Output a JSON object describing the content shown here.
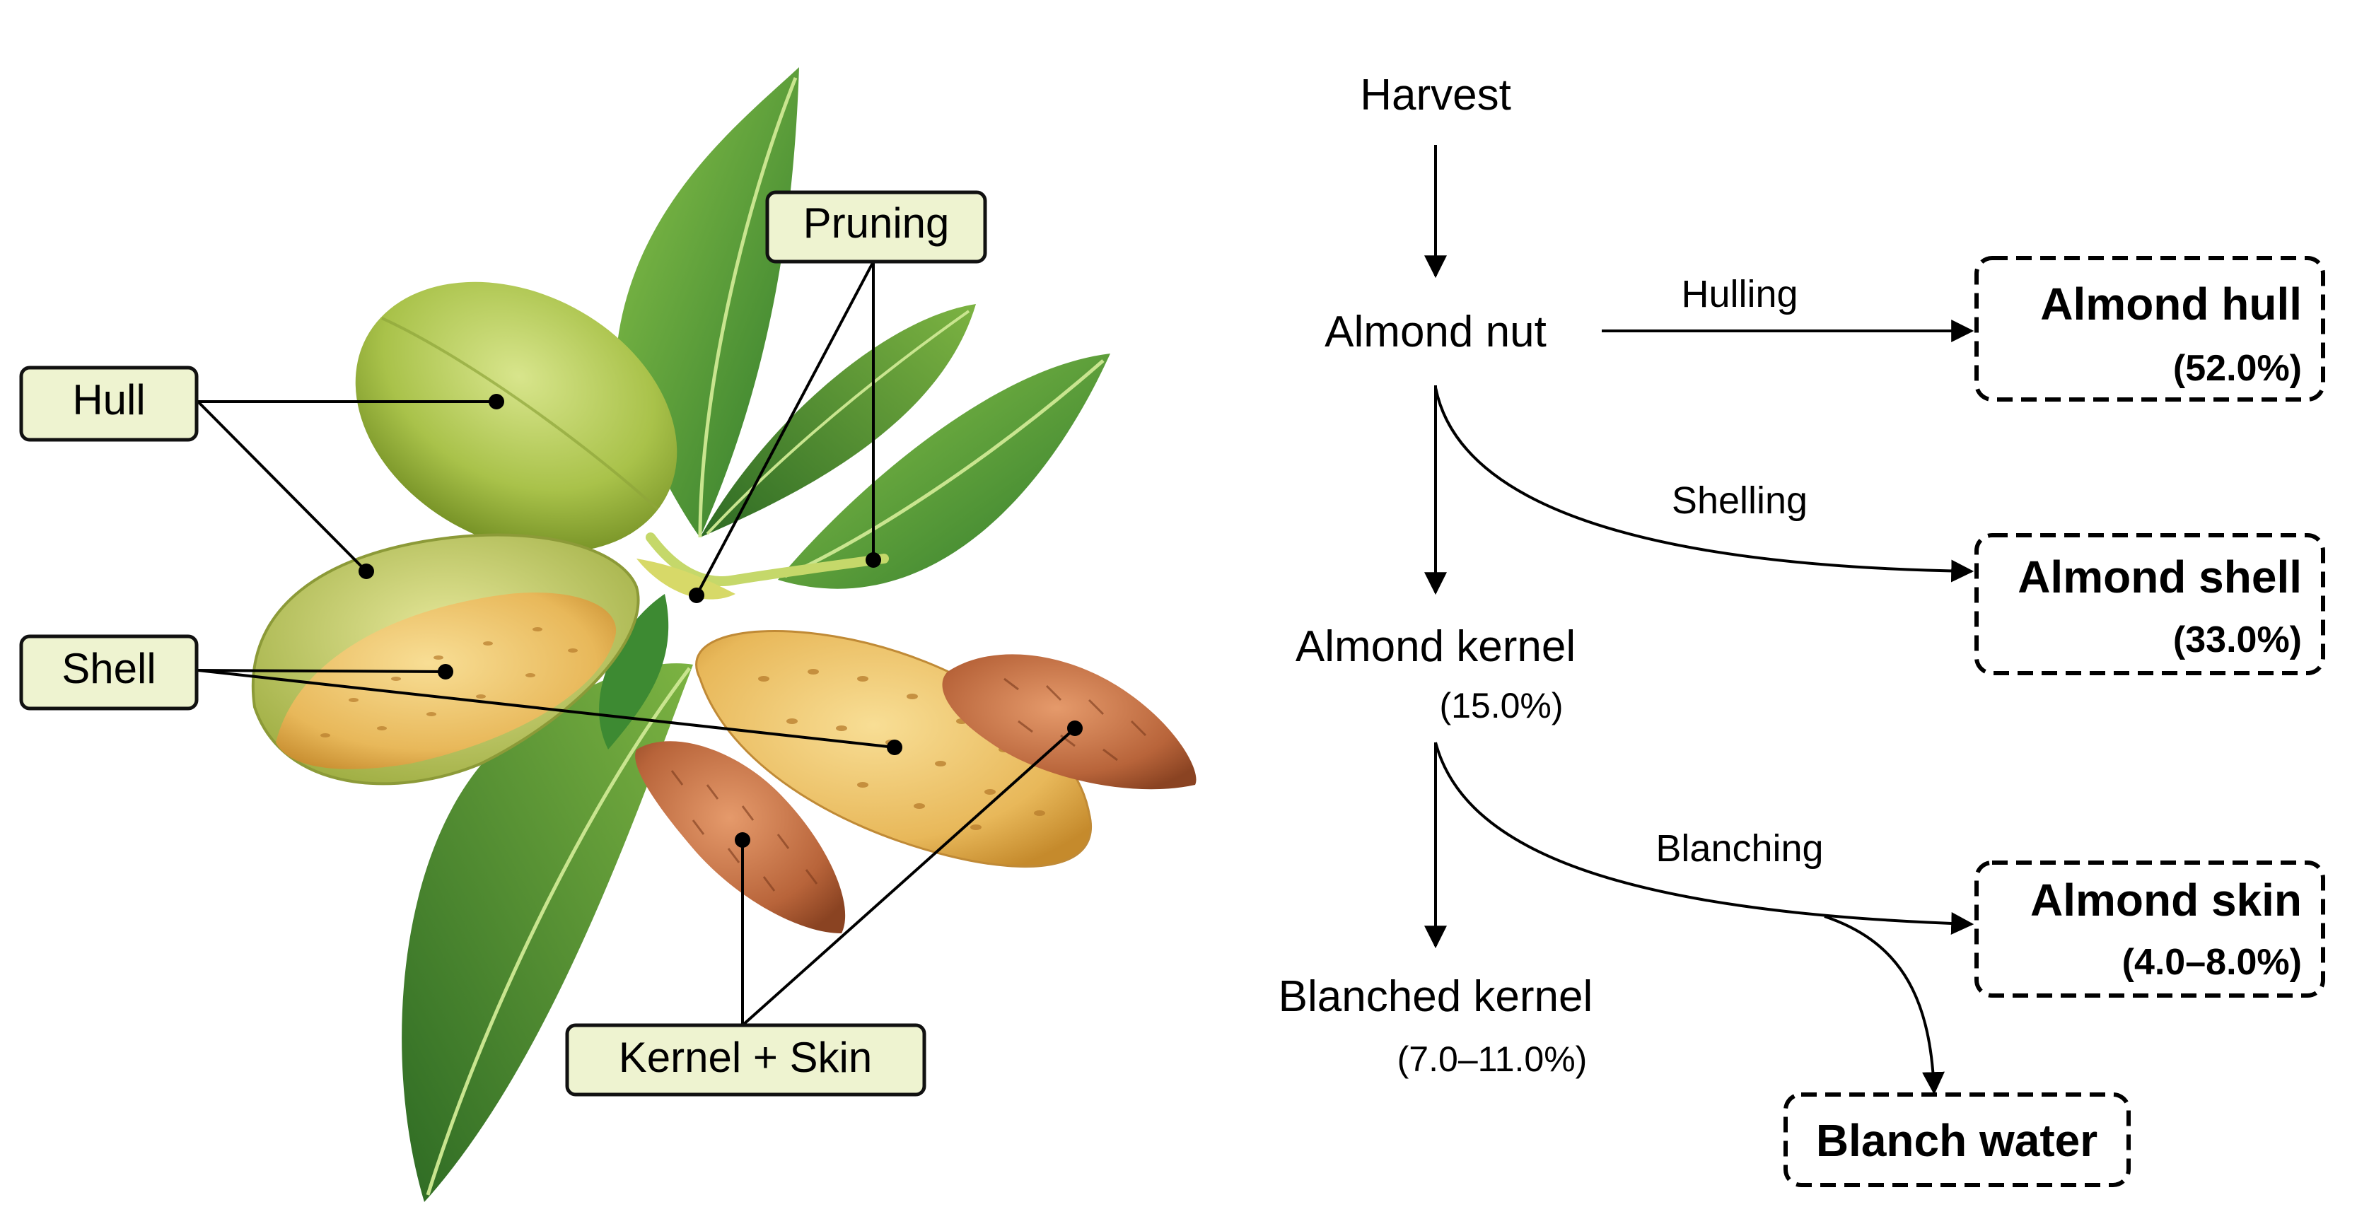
{
  "colors": {
    "label_fill": "#EEF3D0",
    "label_stroke": "#111111",
    "leaf_dark": "#2F7A2B",
    "leaf_light": "#8BC34A",
    "hull_green": "#A9C24A",
    "shell_tan": "#E8B85A",
    "kernel_brown": "#B8643A",
    "line": "#000000"
  },
  "illustration": {
    "labels": {
      "hull": "Hull",
      "shell": "Shell",
      "pruning": "Pruning",
      "kernel_skin": "Kernel + Skin"
    }
  },
  "flow": {
    "harvest": "Harvest",
    "almond_nut": "Almond nut",
    "almond_kernel": "Almond kernel",
    "almond_kernel_pct": "(15.0%)",
    "blanched_kernel": "Blanched kernel",
    "blanched_kernel_pct": "(7.0–11.0%)",
    "steps": {
      "hulling": "Hulling",
      "shelling": "Shelling",
      "blanching": "Blanching"
    },
    "products": {
      "hull": {
        "name": "Almond hull",
        "pct": "(52.0%)"
      },
      "shell": {
        "name": "Almond shell",
        "pct": "(33.0%)"
      },
      "skin": {
        "name": "Almond skin",
        "pct": "(4.0–8.0%)"
      },
      "blanch_water": {
        "name": "Blanch water"
      }
    }
  }
}
